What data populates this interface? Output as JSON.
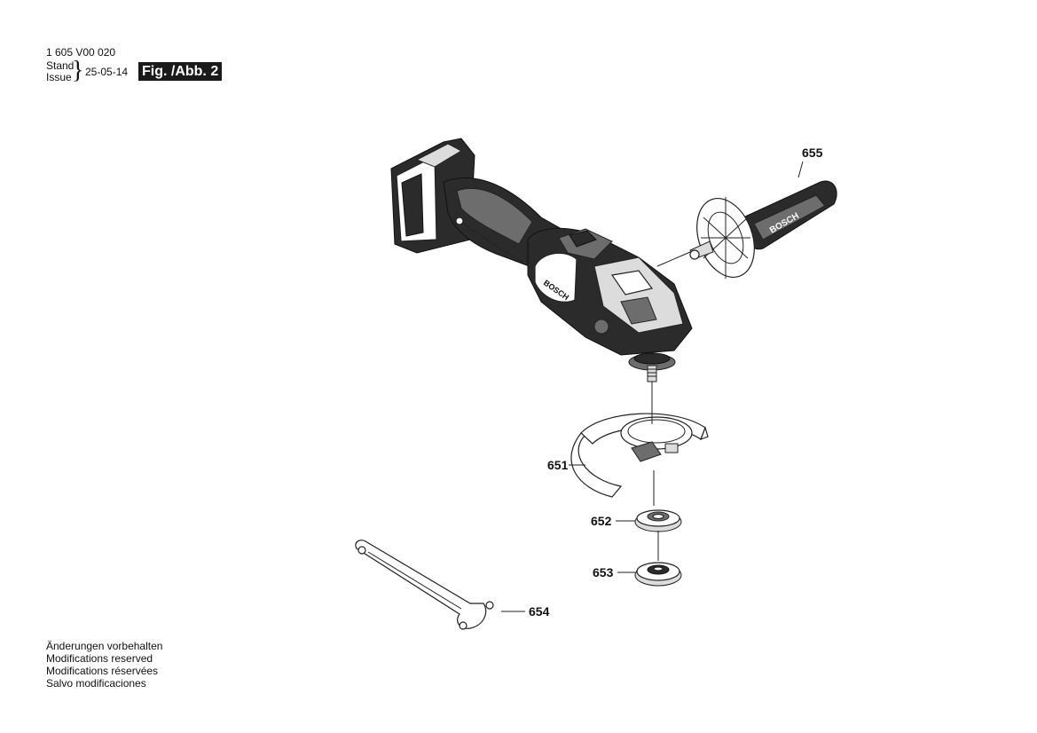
{
  "header": {
    "part_number": "1 605 V00 020",
    "stand_label": "Stand",
    "issue_label": "Issue",
    "brace": "}",
    "date": "25-05-14",
    "figure_label": "Fig. /Abb. 2"
  },
  "callouts": {
    "p651": "651",
    "p652": "652",
    "p653": "653",
    "p654": "654",
    "p655": "655"
  },
  "branding": {
    "handle_logo": "BOSCH",
    "housing_logo": "BOSCH"
  },
  "footer": {
    "lines": [
      "Änderungen vorbehalten",
      "Modifications reserved",
      "Modifications réservées",
      "Salvo modificaciones"
    ]
  }
}
